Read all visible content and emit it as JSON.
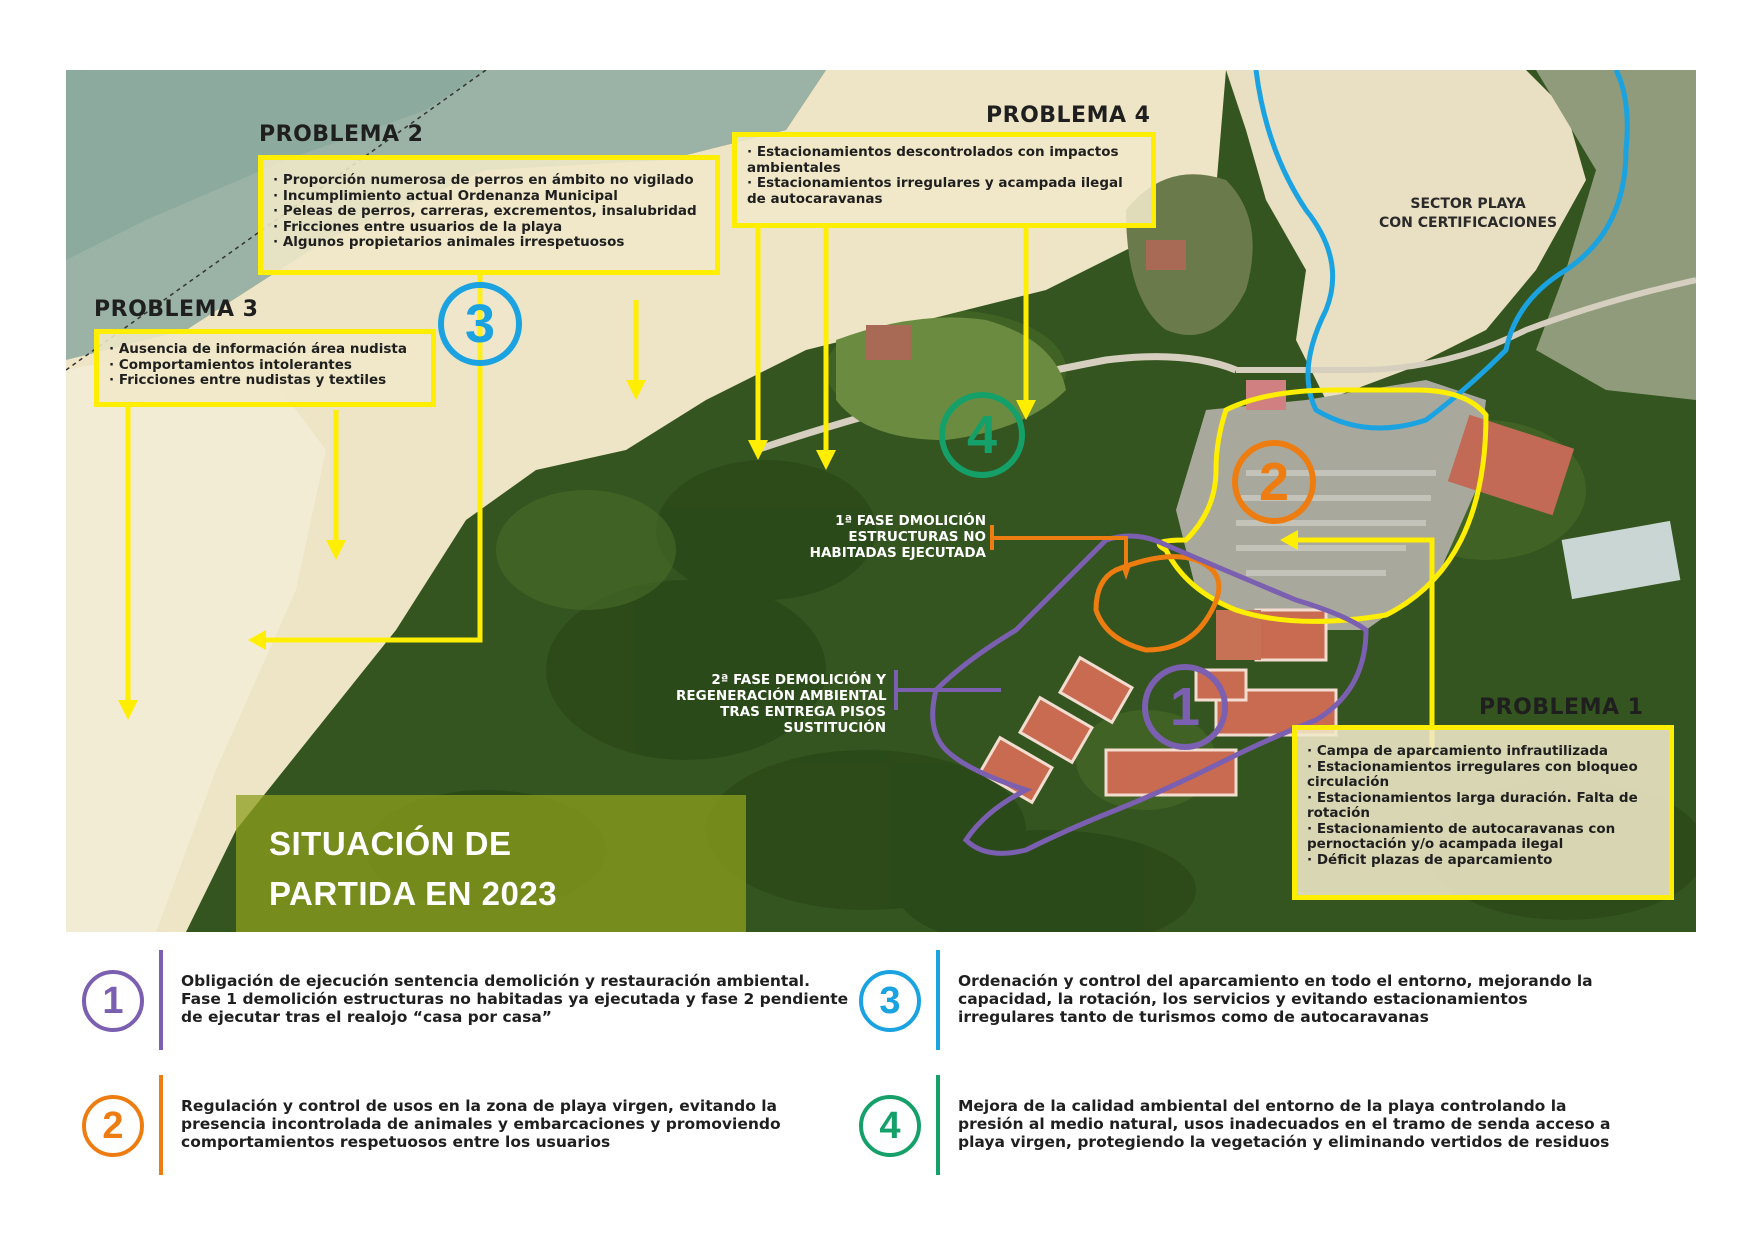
{
  "problems": {
    "p1": {
      "title": "PROBLEMA 1",
      "items": [
        "Campa de aparcamiento infrautilizada",
        "Estacionamientos irregulares con bloqueo circulación",
        "Estacionamientos larga duración. Falta de rotación",
        "Estacionamiento de autocaravanas con pernoctación y/o acampada ilegal",
        "Déficit plazas de aparcamiento"
      ]
    },
    "p2": {
      "title": "PROBLEMA 2",
      "items": [
        "Proporción numerosa de perros en ámbito no vigilado",
        "Incumplimiento actual Ordenanza Municipal",
        "Peleas de perros, carreras, excrementos, insalubridad",
        "Fricciones entre usuarios de la playa",
        "Algunos propietarios animales irrespetuosos"
      ]
    },
    "p3": {
      "title": "PROBLEMA 3",
      "items": [
        "Ausencia de información área nudista",
        "Comportamientos intolerantes",
        "Fricciones entre nudistas y textiles"
      ]
    },
    "p4": {
      "title": "PROBLEMA 4",
      "items": [
        "Estacionamientos descontrolados con impactos ambientales",
        "Estacionamientos irregulares y acampada ilegal de autocaravanas"
      ]
    }
  },
  "map_labels": {
    "sector_line1": "SECTOR PLAYA",
    "sector_line2": "CON CERTIFICACIONES",
    "phase1_lines": [
      "1ª FASE DMOLICIÓN",
      "ESTRUCTURAS NO",
      "HABITADAS EJECUTADA"
    ],
    "phase2_lines": [
      "2ª FASE DEMOLICIÓN Y",
      "REGENERACIÓN AMBIENTAL",
      "TRAS ENTREGA PISOS",
      "SUSTITUCIÓN"
    ]
  },
  "map_numbers": {
    "n1": "1",
    "n2": "2",
    "n3": "3",
    "n4": "4"
  },
  "title": {
    "line1": "SITUACIÓN DE",
    "line2": "PARTIDA EN 2023"
  },
  "legend": [
    {
      "num": "1",
      "color": "#7b5fb0",
      "text": "Obligación de ejecución sentencia demolición y restauración ambiental. Fase 1 demolición estructuras no habitadas ya ejecutada y fase 2 pendiente de ejecutar tras el realojo “casa por casa”"
    },
    {
      "num": "3",
      "color": "#1aa3e0",
      "text": "Ordenación y control del aparcamiento en todo el entorno, mejorando la capacidad, la rotación, los servicios y evitando estacionamientos irregulares tanto de turismos como de autocaravanas"
    },
    {
      "num": "2",
      "color": "#ee7d11",
      "text": "Regulación y control de usos en la zona de playa virgen, evitando la presencia incontrolada de animales y embarcaciones y promoviendo comportamientos respetuosos entre los usuarios"
    },
    {
      "num": "4",
      "color": "#15a06a",
      "text": "Mejora de la calidad ambiental del entorno de la playa controlando la presión al medio natural, usos inadecuados en el tramo de senda acceso a playa virgen, protegiendo la vegetación y eliminando vertidos de residuos"
    }
  ],
  "colors": {
    "yellow": "#ffee00",
    "purple": "#7b5fb0",
    "orange": "#ee7d11",
    "blue": "#1aa3e0",
    "green": "#15a06a"
  }
}
